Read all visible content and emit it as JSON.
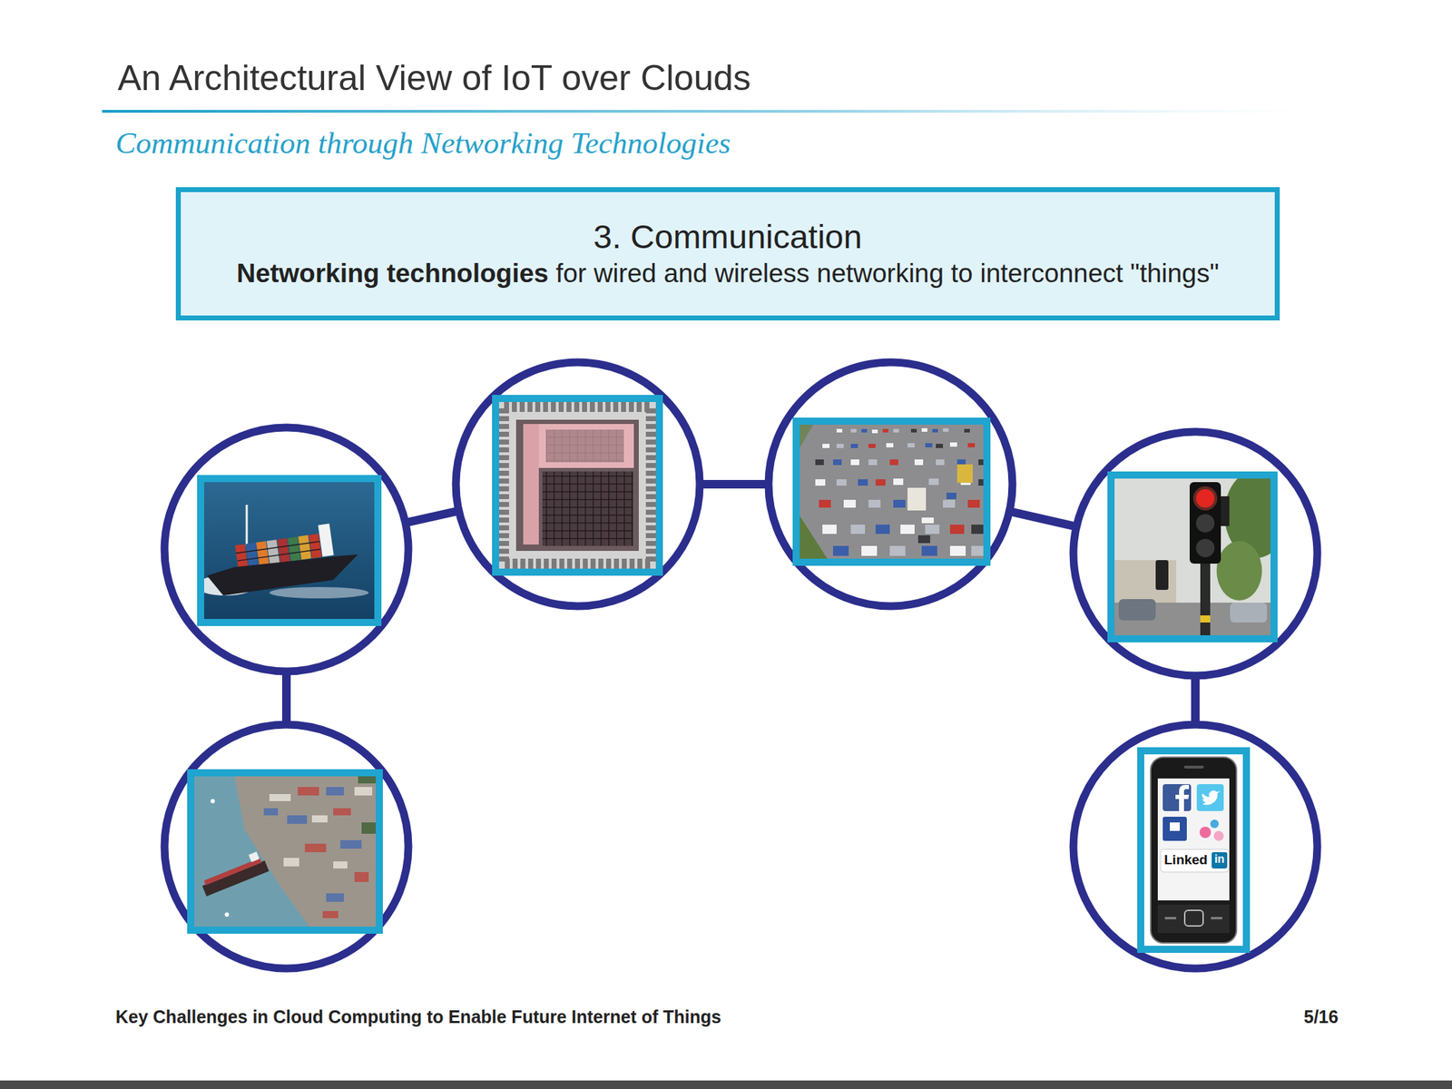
{
  "diagram": {
    "title": "An Architectural View of IoT over Clouds",
    "nodes": [
      {
        "text": [
          "3. Communication",
          "Networking technologies",
          "for wired and wireless networking to interconnect \"things\""
        ]
      }
    ],
    "labels": [
      "Communication through Networking Technologies",
      "Linked",
      "in",
      "Key Challenges in Cloud Computing to Enable Future Internet of Things",
      "5/16"
    ]
  }
}
